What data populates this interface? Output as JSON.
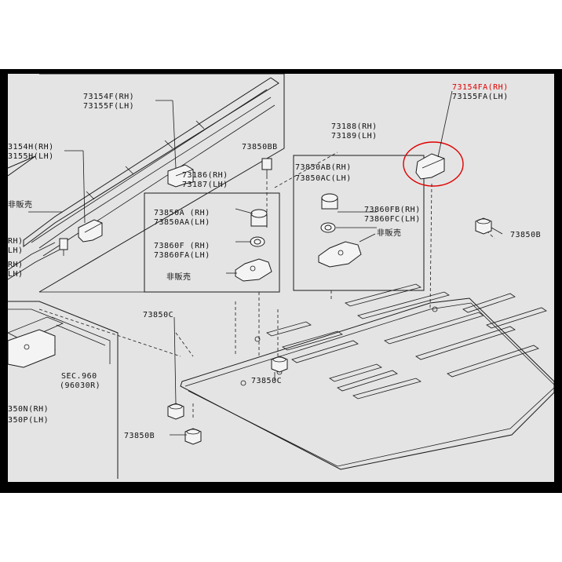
{
  "labels": {
    "l73154fa": "73154FA(RH)",
    "l73155fa": "73155FA(LH)",
    "l73154f": "73154F(RH)",
    "l73155f": "73155F(LH)",
    "l73154h": "3154H(RH)",
    "l73155h": "3155H(LH)",
    "l73188b": "73188(RH)",
    "l73189": "73189(LH)",
    "l73850bb": "73850BB",
    "l73850ab": "73850AB(RH)",
    "l73850ac": "73850AC(LH)",
    "l73186": "73186(RH)",
    "l73187": "73187(LH)",
    "l73850a": "73850A (RH)",
    "l73850aa": "73850AA(LH)",
    "l73860f": "73860F (RH)",
    "l73860fa": "73860FA(LH)",
    "l73860fb": "73860FB(RH)",
    "l73860fc": "73860FC(LH)",
    "nonsale1": "非販売",
    "nonsale2": "非販売",
    "nonsale3": "非販売",
    "l73850b_right": "73850B",
    "l73850c_left": "73850C",
    "l73850c_mid": "73850C",
    "l73850b_bottom": "73850B",
    "sec960": "SEC.960",
    "sec96030": "(96030R)",
    "l73850n": "350N(RH)",
    "l73850p": "350P(LH)",
    "rh1": "RH)",
    "lh1": "LH)",
    "rh2": "RH)",
    "lh2": "LH)"
  },
  "colors": {
    "background": "#e4e4e4",
    "frame": "#000000",
    "line": "#1a1a1a",
    "highlight": "#e00000"
  }
}
